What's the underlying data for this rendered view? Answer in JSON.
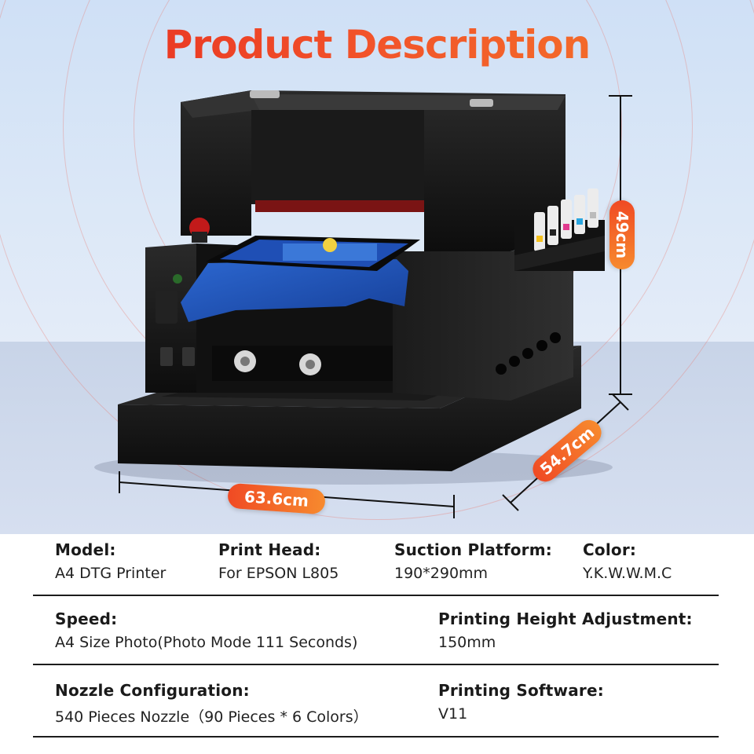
{
  "title": "Product Description",
  "dimensions": {
    "height": "49cm",
    "depth": "54.7cm",
    "width": "63.6cm"
  },
  "specs": {
    "row1": [
      {
        "label": "Model:",
        "value": "A4 DTG Printer"
      },
      {
        "label": "Print Head:",
        "value": "For EPSON L805"
      },
      {
        "label": "Suction Platform:",
        "value": "190*290mm"
      },
      {
        "label": "Color:",
        "value": "Y.K.W.W.M.C"
      }
    ],
    "row2": [
      {
        "label": "Speed:",
        "value": "A4 Size Photo(Photo Mode 111 Seconds)"
      },
      {
        "label": "Printing Height Adjustment:",
        "value": "150mm"
      }
    ],
    "row3": [
      {
        "label": "Nozzle Configuration:",
        "value": "540 Pieces Nozzle（90 Pieces * 6 Colors）"
      },
      {
        "label": "Printing Software:",
        "value": "V11"
      }
    ]
  },
  "colors": {
    "accent_start": "#e5271f",
    "accent_end": "#f78a2e",
    "printer_body": "#151515",
    "garment": "#1f52b8"
  }
}
